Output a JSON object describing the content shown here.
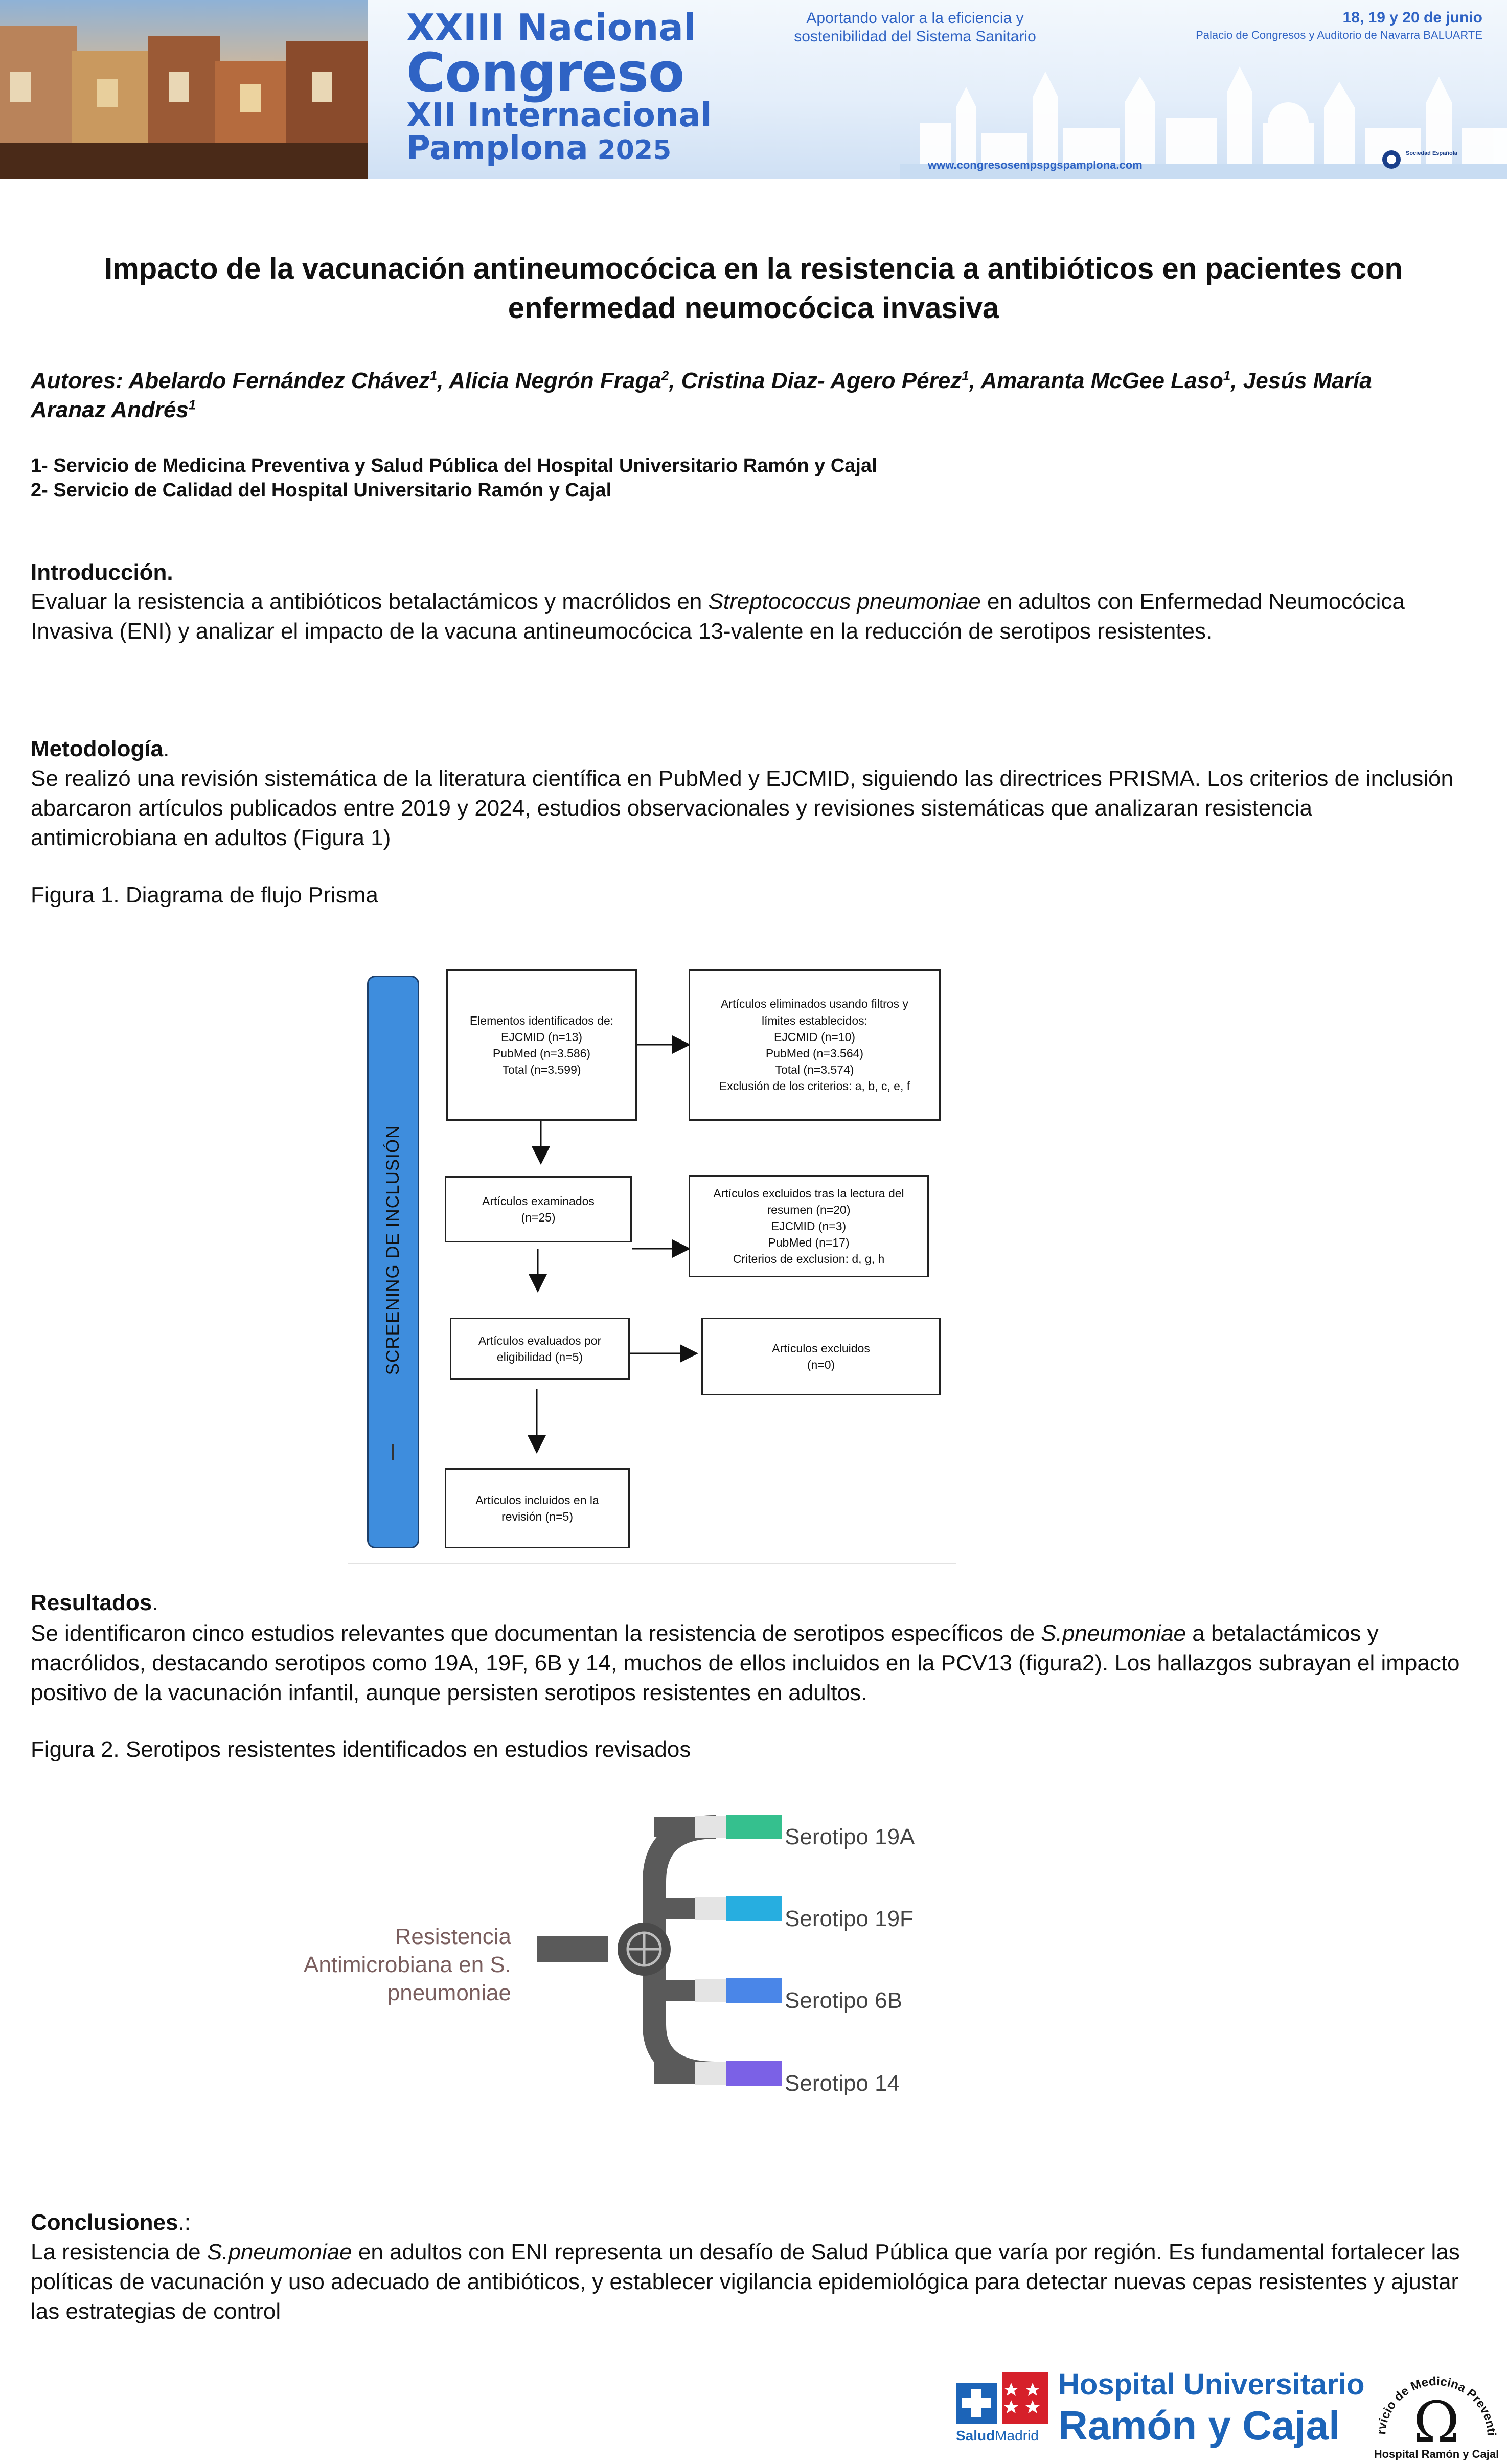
{
  "banner": {
    "logo_line1": "XXIII Nacional",
    "logo_line2": "Congreso",
    "logo_line3": "XII Internacional",
    "logo_line4": "Pamplona",
    "logo_year": "2025",
    "tagline": "Aportando valor a la eficiencia y sostenibilidad del Sistema Sanitario",
    "dates_line1": "18, 19 y 20 de junio",
    "dates_line2": "Palacio de Congresos y Auditorio de Navarra BALUARTE",
    "website": "www.congresosempspgspamplona.com",
    "society_logo_text": "Sociedad Española"
  },
  "title": "Impacto de la vacunación antineumocócica en la resistencia a antibióticos en pacientes con enfermedad neumocócica invasiva",
  "authors": {
    "prefix": "Autores: ",
    "a1": "Abelardo Fernández Chávez",
    "a1_sup": "1",
    "a2": "Alicia Negrón Fraga",
    "a2_sup": "2",
    "a3": "Cristina Diaz- Agero Pérez",
    "a3_sup": "1",
    "a4": "Amaranta McGee Laso",
    "a4_sup": "1",
    "a5": "Jesús María Aranaz Andrés",
    "a5_sup": "1",
    "sep": ", "
  },
  "affiliations": [
    "1- Servicio de Medicina Preventiva y Salud Pública del Hospital Universitario Ramón y Cajal",
    "2- Servicio de Calidad del Hospital Universitario Ramón y Cajal"
  ],
  "introduccion": {
    "heading": "Introducción.",
    "text_before": "Evaluar la resistencia a antibióticos betalactámicos y macrólidos en ",
    "species": "Streptococcus pneumoniae",
    "text_after": " en adultos con Enfermedad Neumocócica Invasiva (ENI) y analizar el impacto de la vacuna antineumocócica 13-valente en la reducción de serotipos resistentes."
  },
  "metodologia": {
    "heading": "Metodología",
    "heading_punct": ".",
    "text": "Se realizó una revisión sistemática de la literatura científica en PubMed y EJCMID, siguiendo las directrices PRISMA. Los criterios de inclusión abarcaron artículos publicados entre 2019 y 2024, estudios observacionales y revisiones sistemáticas que analizaran resistencia antimicrobiana en adultos (Figura 1)",
    "figure_caption": "Figura 1. Diagrama de flujo Prisma"
  },
  "prisma": {
    "side_label": "SCREENING DE INCLUSIÓN",
    "box_identified": [
      "Elementos identificados de:",
      "EJCMID (n=13)",
      "PubMed (n=3.586)",
      "Total (n=3.599)"
    ],
    "box_removed": [
      "Artículos eliminados usando filtros y",
      "límites establecidos:",
      "EJCMID (n=10)",
      "PubMed (n=3.564)",
      "Total (n=3.574)",
      "Exclusión de los criterios: a, b, c, e, f"
    ],
    "box_examined": [
      "Artículos examinados",
      "(n=25)"
    ],
    "box_excluded_abstract": [
      "Artículos excluidos tras la lectura del",
      "resumen (n=20)",
      "EJCMID (n=3)",
      "PubMed (n=17)",
      "Criterios de exclusion: d, g, h"
    ],
    "box_eligibility": [
      "Artículos evaluados por",
      "eligibilidad (n=5)"
    ],
    "box_excluded": [
      "Artículos excluidos",
      "(n=0)"
    ],
    "box_included": [
      "Artículos incluidos en la",
      "revisión (n=5)"
    ]
  },
  "resultados": {
    "heading": "Resultados",
    "heading_punct": ".",
    "text_before": "Se identificaron cinco estudios relevantes que documentan la resistencia de serotipos específicos de ",
    "species": "S.pneumoniae",
    "text_after": " a betalactámicos y macrólidos, destacando serotipos como 19A, 19F, 6B y 14, muchos de ellos incluidos en la PCV13 (figura2). Los hallazgos subrayan el impacto positivo de la vacunación infantil, aunque persisten serotipos resistentes en adultos.",
    "figure_caption": "Figura 2. Serotipos resistentes identificados en estudios revisados"
  },
  "figure2": {
    "root_label": [
      "Resistencia",
      "Antimicrobiana en S.",
      "pneumoniae"
    ],
    "serotypes": [
      {
        "label": "Serotipo 19A",
        "color": "#35c08e"
      },
      {
        "label": "Serotipo 19F",
        "color": "#27aee0"
      },
      {
        "label": "Serotipo 6B",
        "color": "#4a86e8"
      },
      {
        "label": "Serotipo 14",
        "color": "#7b61e6"
      }
    ],
    "trunk_color": "#5a5a5a"
  },
  "conclusiones": {
    "heading": "Conclusiones",
    "heading_punct": ".:",
    "text_before": "La resistencia de ",
    "species": "S.pneumoniae",
    "text_after": " en adultos con ENI representa un desafío de Salud Pública que varía por región. Es fundamental fortalecer las políticas de vacunación y uso adecuado de antibióticos, y establecer vigilancia epidemiológica para detectar nuevas cepas resistentes y ajustar las estrategias de control"
  },
  "footer": {
    "hospital_line1": "Hospital Universitario",
    "hospital_line2": "Ramón y Cajal",
    "salud_bold": "Salud",
    "salud_rest": "Madrid",
    "seal_top": "Servicio de Medicina Preventiva",
    "seal_symbol": "Ω",
    "seal_bottom": "Hospital Ramón y Cajal"
  },
  "colors": {
    "brand_blue": "#2f63c4",
    "hospital_blue": "#1c64b8",
    "screening_blue": "#3e8ddd",
    "madrid_red": "#d6202a"
  }
}
